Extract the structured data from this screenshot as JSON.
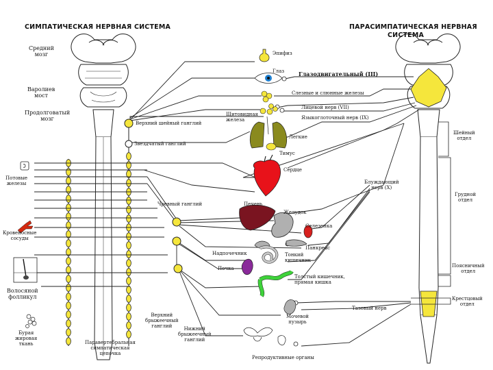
{
  "headers": {
    "sympathetic": "СИМПАТИЧЕСКАЯ НЕРВНАЯ СИСТЕМА",
    "parasympathetic_line1": "ПАРАСИМПАТИЧЕСКАЯ НЕРВНАЯ",
    "parasympathetic_line2": "СИСТЕМА"
  },
  "brain_regions": {
    "midbrain_1": "Средний",
    "midbrain_2": "мозг",
    "pons_1": "Варолиев",
    "pons_2": "мост",
    "medulla_1": "Продолговатый",
    "medulla_2": "мозг"
  },
  "spinal_regions": {
    "cervical_1": "Шейный",
    "cervical_2": "отдел",
    "thoracic_1": "Грудной",
    "thoracic_2": "отдел",
    "lumbar_1": "Поясничный",
    "lumbar_2": "отдел",
    "sacral_1": "Крестцовый",
    "sacral_2": "отдел"
  },
  "ganglia": {
    "superior_cervical": "Верхний шейный ганглий",
    "stellate": "Звездчатый ганглий",
    "celiac": "Чревный ганглий",
    "superior_mesenteric_1": "Верхний",
    "superior_mesenteric_2": "брыжеечный",
    "superior_mesenteric_3": "ганглий",
    "inferior_mesenteric_1": "Нижний",
    "inferior_mesenteric_2": "брыжеечный",
    "inferior_mesenteric_3": "ганглий",
    "paravertebral_1": "Паравертебральная",
    "paravertebral_2": "симпатическая",
    "paravertebral_3": "цепочка"
  },
  "nerves": {
    "oculomotor": "Глазодвигательный (III)",
    "facial": "Лицевой нерв (VII)",
    "glossopharyngeal": "Языкоглоточный нерв (IX)",
    "vagus_1": "Блуждающий",
    "vagus_2": "нерв (X)",
    "pelvic": "Тазовый нерв"
  },
  "organs": {
    "pineal": "Эпифиз",
    "eye": "Глаз",
    "salivary": "Слезные и слюнные железы",
    "thyroid_1": "Щитовидная",
    "thyroid_2": "железа",
    "lungs": "Легкие",
    "thymus": "Тимус",
    "heart": "Сердце",
    "liver": "Печень",
    "stomach": "Желудок",
    "spleen": "Селезенка",
    "pancreas": "Панкреас",
    "adrenal": "Надпочечник",
    "small_intestine_1": "Тонкий",
    "small_intestine_2": "кишечник",
    "kidney": "Почка",
    "large_intestine_1": "Толстый кишечник,",
    "large_intestine_2": "прямая кишка",
    "bladder_1": "Мочевой",
    "bladder_2": "пузырь",
    "reproductive": "Репродуктивные органы"
  },
  "periphery": {
    "sweat_1": "Потовые",
    "sweat_2": "железы",
    "vessels_1": "Кровеносные",
    "vessels_2": "сосуды",
    "hair_1": "Волосяной",
    "hair_2": "фолликул",
    "fat_1": "Бурая",
    "fat_2": "жировая",
    "fat_3": "ткань"
  },
  "colors": {
    "ganglion_yellow": "#f5e63c",
    "heart_red": "#e8121a",
    "lung_olive": "#8a8a1e",
    "liver_maroon": "#7a1420",
    "kidney_purple": "#8a2a9a",
    "intestine_green": "#3ed23a",
    "spleen_red": "#d8201e",
    "vessel_red": "#d42a10",
    "stomach_gray": "#b0b0b0",
    "eye_blue": "#1e7fd0"
  }
}
